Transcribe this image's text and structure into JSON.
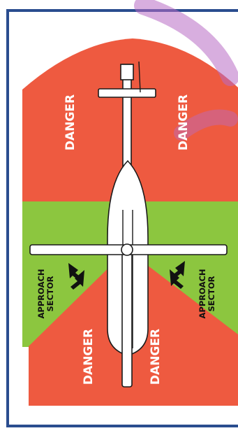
{
  "labels": {
    "danger_tail_left": "DANGER",
    "danger_tail_right": "DANGER",
    "danger_nose_left": "DANGER",
    "danger_nose_right": "DANGER",
    "approach_left_line1": "APPROACH",
    "approach_left_line2": "SECTOR",
    "approach_right_line1": "APPROACH",
    "approach_right_line2": "SECTOR"
  },
  "colors": {
    "frame": "#2a4d8f",
    "danger": "#ee5a40",
    "approach": "#8cc63f",
    "helicopter_fill": "#ffffff",
    "helicopter_outline": "#1a1a1a",
    "watermark": "#b86cc4"
  },
  "icons": {
    "helicopter": "helicopter-icon",
    "approach_arrows": "approach-arrow-icon"
  }
}
